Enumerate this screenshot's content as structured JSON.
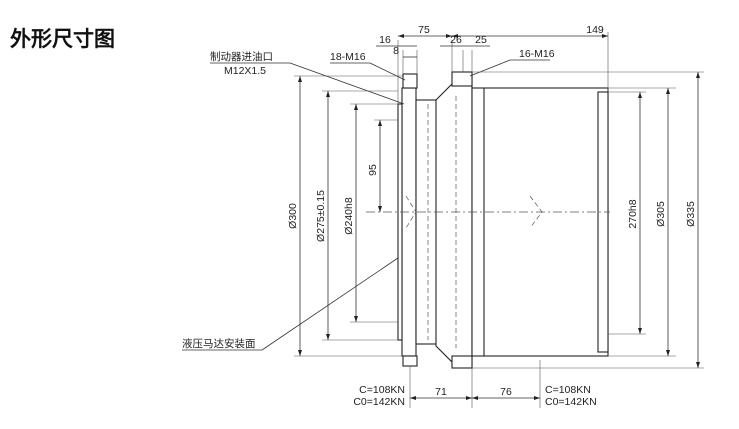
{
  "title": "外形尺寸图",
  "labels": {
    "brake_port": "制动器进油口",
    "brake_port_thread": "M12X1.5",
    "left_bolts": "18-M16",
    "right_bolts": "16-M16",
    "mount_face": "液压马达安装面"
  },
  "dimensions": {
    "top_16": "16",
    "top_8": "8",
    "top_75": "75",
    "top_149": "149",
    "top_26": "26",
    "top_25": "25",
    "d300": "Ø300",
    "d275": "Ø275±0.15",
    "d240": "Ø240h8",
    "h95": "95",
    "d270": "270h8",
    "d305": "Ø305",
    "d335": "Ø335",
    "bottom_71": "71",
    "bottom_76": "76"
  },
  "loads": {
    "left": {
      "c": "C=108KN",
      "c0": "C0=142KN"
    },
    "right": {
      "c": "C=108KN",
      "c0": "C0=142KN"
    }
  }
}
